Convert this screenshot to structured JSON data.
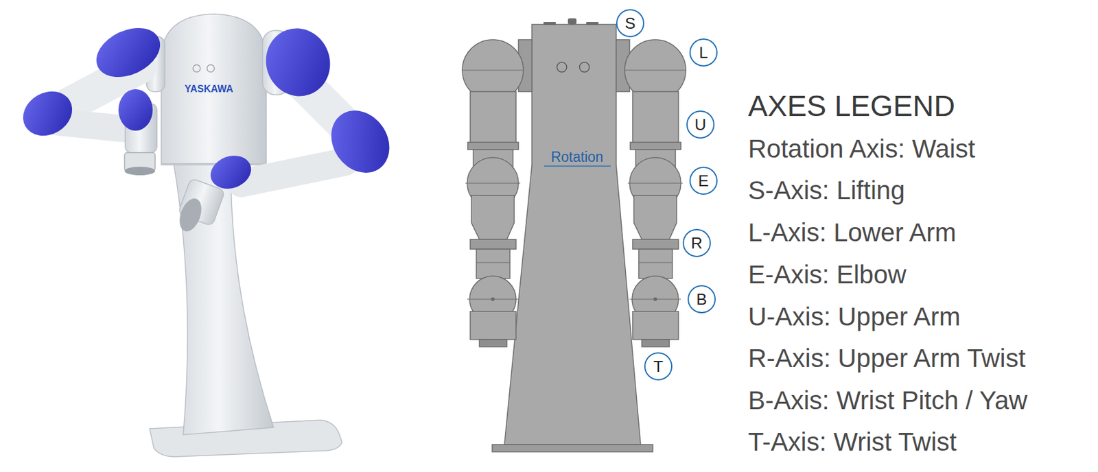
{
  "diagram": {
    "title": "AXES LEGEND",
    "nodes": [
      {
        "text": [
          "S"
        ]
      },
      {
        "text": [
          "L"
        ]
      },
      {
        "text": [
          "U"
        ]
      },
      {
        "text": [
          "E"
        ]
      },
      {
        "text": [
          "R"
        ]
      },
      {
        "text": [
          "B"
        ]
      },
      {
        "text": [
          "T"
        ]
      }
    ],
    "labels": [
      "YASKAWA",
      "Rotation"
    ],
    "legend": [
      {
        "text": "Rotation Axis: Waist"
      },
      {
        "text": "S-Axis: Lifting"
      },
      {
        "text": "L-Axis: Lower Arm"
      },
      {
        "text": "E-Axis: Elbow"
      },
      {
        "text": "U-Axis: Upper Arm"
      },
      {
        "text": "R-Axis: Upper Arm Twist"
      },
      {
        "text": "B-Axis: Wrist Pitch / Yaw"
      },
      {
        "text": "T-Axis: Wrist Twist"
      }
    ]
  }
}
